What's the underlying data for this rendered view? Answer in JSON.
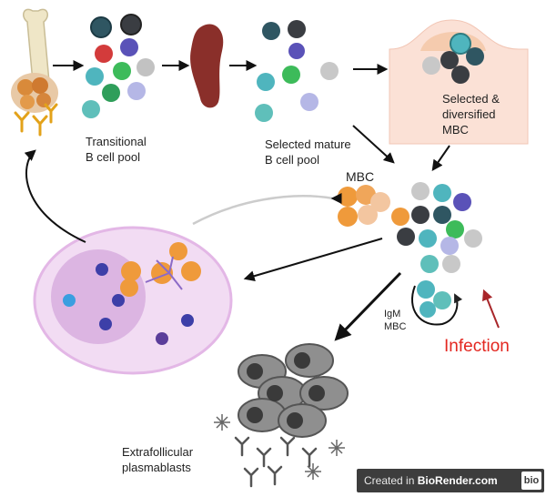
{
  "labels": {
    "transitional_line1": "Transitional",
    "transitional_line2": "B cell pool",
    "mature_line1": "Selected mature",
    "mature_line2": "B cell pool",
    "selected_line1": "Selected &",
    "selected_line2": "diversified",
    "selected_line3": "MBC",
    "mbc": "MBC",
    "igm_line1": "IgM",
    "igm_line2": "MBC",
    "infection": "Infection",
    "plasmablasts_line1": "Extrafollicular",
    "plasmablasts_line2": "plasmablasts"
  },
  "badge": {
    "prefix": "Created in ",
    "brand": "BioRender.com",
    "logo": "bio"
  },
  "icons": {
    "bone": "bone-marrow-icon",
    "spleen": "spleen-icon",
    "germinal_center": "germinal-center-icon",
    "plasmablast": "plasmablast-cell-icon",
    "antibody": "antibody-icon"
  },
  "colors": {
    "infection": "#e3261f",
    "mbc_orange": "#ef9a3b",
    "teal": "#4fb5be",
    "dark_cell": "#3c3f44",
    "spleen": "#8a2f2a",
    "follicle": "#e6c2ea"
  }
}
